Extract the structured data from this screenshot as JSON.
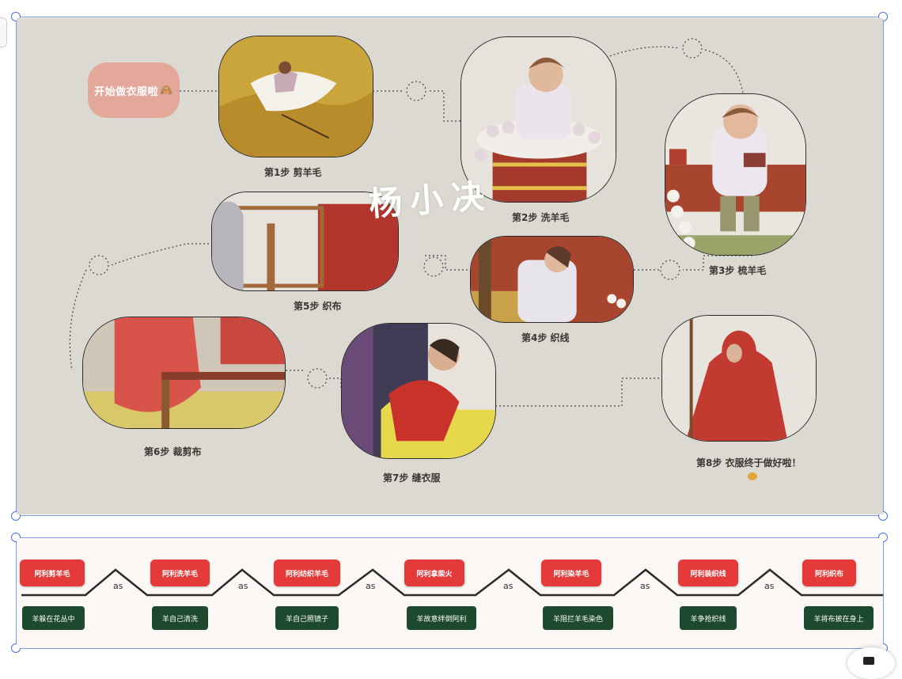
{
  "board": {
    "start_label": "开始做衣服啦",
    "start_emoji": "🙈",
    "watermark": "杨小决",
    "steps": [
      {
        "caption": "第1步 剪羊毛"
      },
      {
        "caption": "第2步 洗羊毛"
      },
      {
        "caption": "第3步 梳羊毛"
      },
      {
        "caption": "第4步 织线"
      },
      {
        "caption": "第5步 织布"
      },
      {
        "caption": "第6步 裁剪布"
      },
      {
        "caption": "第7步 缝衣服"
      },
      {
        "caption": "第8步 衣服终于做好啦！"
      }
    ]
  },
  "strip": {
    "connector": "as",
    "pairs": [
      {
        "top": "阿利剪羊毛",
        "bottom": "羊躲在花丛中"
      },
      {
        "top": "阿利洗羊毛",
        "bottom": "羊自己清洗"
      },
      {
        "top": "阿利纺织羊毛",
        "bottom": "羊自己照镜子"
      },
      {
        "top": "阿利拿柴火",
        "bottom": "羊故意绊倒阿利"
      },
      {
        "top": "阿利染羊毛",
        "bottom": "羊阻拦羊毛染色"
      },
      {
        "top": "阿利装织线",
        "bottom": "羊争抢织线"
      },
      {
        "top": "阿利织布",
        "bottom": "羊将布披在身上"
      }
    ]
  },
  "colors": {
    "selection": "#4a72e0",
    "red_tag": "#e53a3a",
    "green_tag": "#1d4a2e",
    "board_bg": "#dcd9d2"
  }
}
